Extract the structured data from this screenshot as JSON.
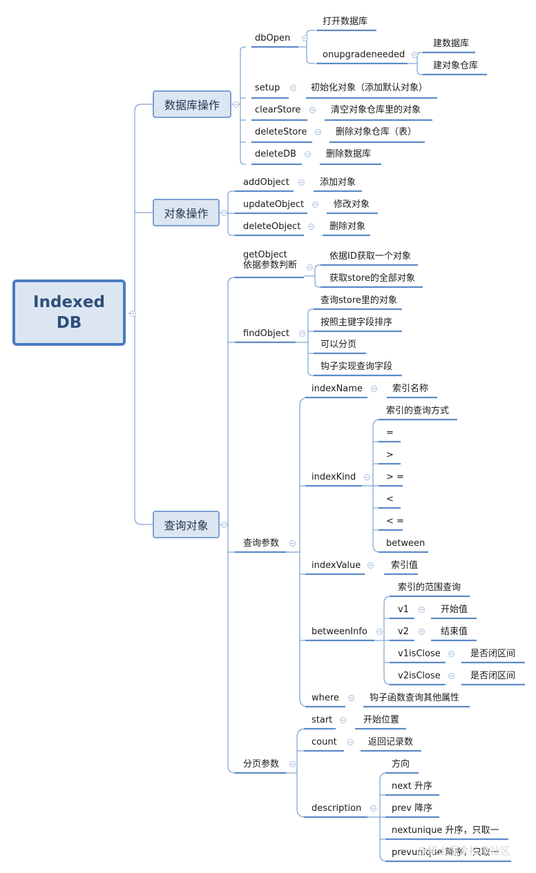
{
  "root": {
    "label": "Indexed\nDB"
  },
  "branches": {
    "db_ops": {
      "label": "数据库操作",
      "dbOpen": {
        "label": "dbOpen",
        "open_db": "打开数据库",
        "upgrade": {
          "label": "onupgradeneeded",
          "create_db": "建数据库",
          "create_store": "建对象仓库"
        }
      },
      "setup": {
        "label": "setup",
        "desc": "初始化对象（添加默认对象）"
      },
      "clearStore": {
        "label": "clearStore",
        "desc": "清空对象仓库里的对象"
      },
      "deleteStore": {
        "label": "deleteStore",
        "desc": "删除对象仓库（表）"
      },
      "deleteDB": {
        "label": "deleteDB",
        "desc": "删除数据库"
      }
    },
    "obj_ops": {
      "label": "对象操作",
      "addObject": {
        "label": "addObject",
        "desc": "添加对象"
      },
      "updateObject": {
        "label": "updateObject",
        "desc": "修改对象"
      },
      "deleteObject": {
        "label": "deleteObject",
        "desc": "删除对象"
      }
    },
    "query": {
      "label": "查询对象",
      "getObject": {
        "label": "getObject\n依据参数判断",
        "by_id": "依据ID获取一个对象",
        "get_all": "获取store的全部对象"
      },
      "findObject": {
        "label": "findObject",
        "items": [
          "查询store里的对象",
          "按照主键字段排序",
          "可以分页",
          "钩子实现查询字段"
        ]
      },
      "query_params": {
        "label": "查询参数",
        "indexName": {
          "label": "indexName",
          "desc": "索引名称"
        },
        "indexKind": {
          "label": "indexKind",
          "items": [
            "索引的查询方式",
            "=",
            ">",
            "> =",
            "<",
            "< =",
            "between"
          ]
        },
        "indexValue": {
          "label": "indexValue",
          "desc": "索引值"
        },
        "betweenInfo": {
          "label": "betweenInfo",
          "range": "索引的范围查询",
          "v1": {
            "label": "v1",
            "desc": "开始值"
          },
          "v2": {
            "label": "v2",
            "desc": "结束值"
          },
          "v1isClose": {
            "label": "v1isClose",
            "desc": "是否闭区间"
          },
          "v2isClose": {
            "label": "v2isClose",
            "desc": "是否闭区间"
          }
        },
        "where": {
          "label": "where",
          "desc": "钩子函数查询其他属性"
        }
      },
      "paging": {
        "label": "分页参数",
        "start": {
          "label": "start",
          "desc": "开始位置"
        },
        "count": {
          "label": "count",
          "desc": "返回记录数"
        },
        "description": {
          "label": "description",
          "items": [
            "方向",
            "next 升序",
            "prev 降序",
            "nextunique 升序，只取一",
            "prevunique 降序，只取一"
          ]
        }
      }
    }
  },
  "watermark": "@稀土掘金技术社区"
}
